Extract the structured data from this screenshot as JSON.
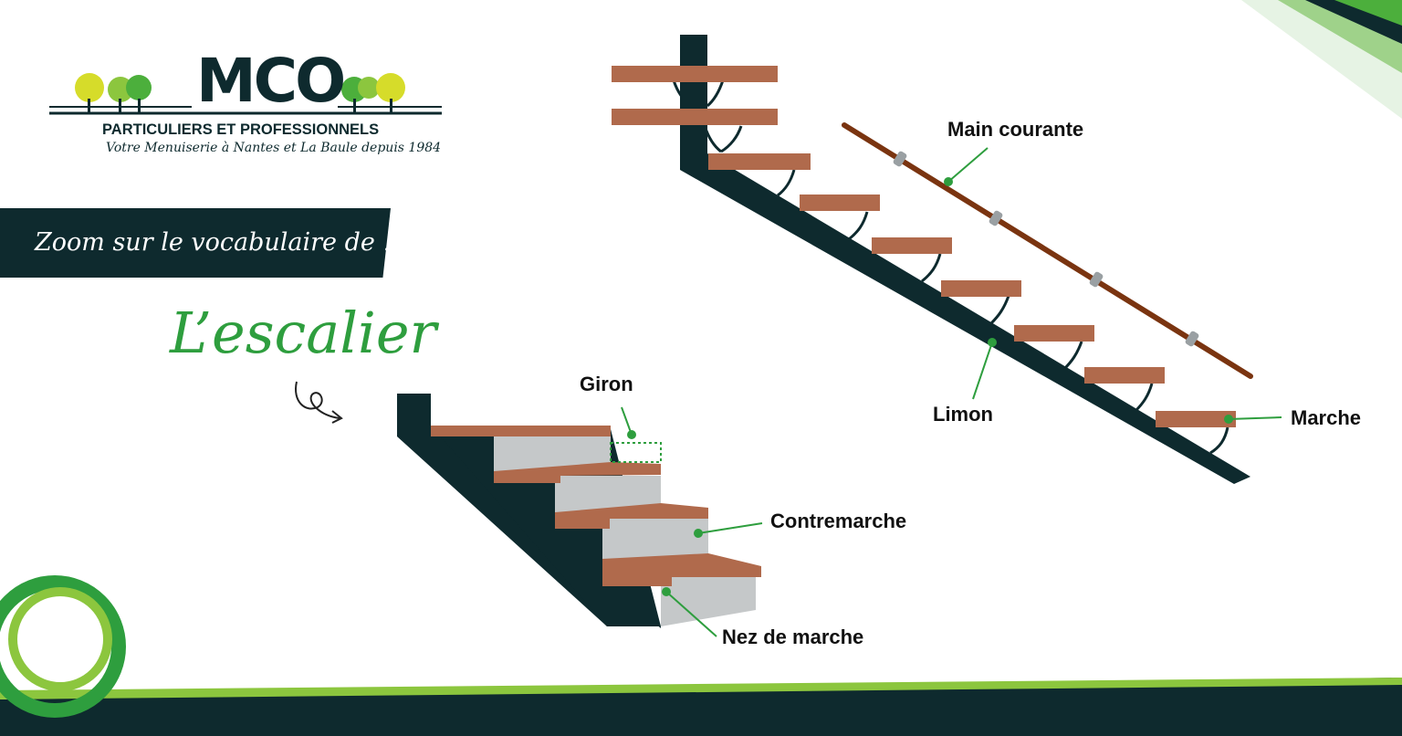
{
  "logo": {
    "brand": "MCO",
    "tagline": "PARTICULIERS ET PROFESSIONNELS",
    "subline": "Votre Menuiserie à Nantes et La Baule depuis 1984"
  },
  "banner": {
    "text": "Zoom sur le vocabulaire de ..."
  },
  "headline": {
    "text": "L’escalier"
  },
  "labels": {
    "main_courante": "Main courante",
    "limon": "Limon",
    "marche": "Marche",
    "giron": "Giron",
    "contremarche": "Contremarche",
    "nez_de_marche": "Nez de marche"
  },
  "colors": {
    "dark": "#0e2a2e",
    "green": "#2e9e3e",
    "wood": "#b06a4c",
    "riser": "#c5c8c9",
    "rail": "#7a3410"
  }
}
